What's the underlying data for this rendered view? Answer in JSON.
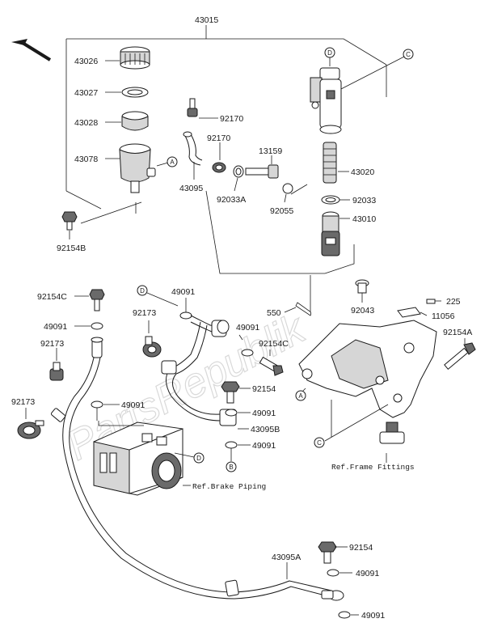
{
  "watermark": "PartsRepublik",
  "parts": {
    "p43015": "43015",
    "p43026": "43026",
    "p43027": "43027",
    "p43028": "43028",
    "p43078": "43078",
    "p92154B": "92154B",
    "p92170a": "92170",
    "p92170b": "92170",
    "p43095": "43095",
    "p92033A": "92033A",
    "p13159": "13159",
    "p92055": "92055",
    "p43020": "43020",
    "p92033": "92033",
    "p43010": "43010",
    "p92043": "92043",
    "p550": "550",
    "p225": "225",
    "p11056": "11056",
    "p92154A": "92154A",
    "p92154C_left": "92154C",
    "p49091_a": "49091",
    "p92173_a": "92173",
    "p92173_b": "92173",
    "p92173_c": "92173",
    "p49091_top": "49091",
    "p49091_mid": "49091",
    "p92154C_mid": "92154C",
    "p49091_left2": "49091",
    "p92154_mid": "92154",
    "p49091_m2": "49091",
    "p43095B": "43095B",
    "p49091_m3": "49091",
    "p43095A": "43095A",
    "p92154_bot": "92154",
    "p49091_b1": "49091",
    "p49091_b2": "49091"
  },
  "refs": {
    "frame": "Ref.Frame Fittings",
    "brake": "Ref.Brake Piping"
  },
  "circles": {
    "A": "A",
    "B": "B",
    "C": "C",
    "D": "D"
  }
}
